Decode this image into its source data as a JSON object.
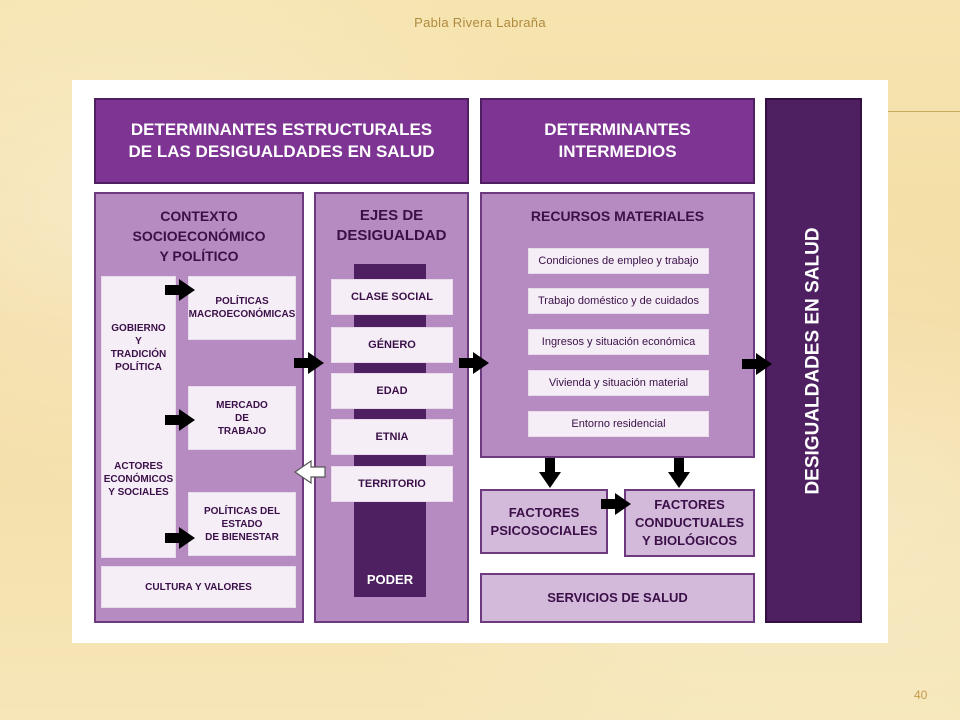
{
  "slide": {
    "author": "Pabla Rivera Labraña",
    "page_number": "40"
  },
  "diagram": {
    "header_structural": "DETERMINANTES ESTRUCTURALES\nDE LAS DESIGUALDADES EN SALUD",
    "header_intermediate": "DETERMINANTES\nINTERMEDIOS",
    "context": {
      "title": "CONTEXTO\nSOCIOECONÓMICO\nY POLÍTICO",
      "left_top": "GOBIERNO\nY\nTRADICIÓN\nPOLÍTICA",
      "left_bottom": "ACTORES\nECONÓMICOS\nY SOCIALES",
      "policies_macro": "POLÍTICAS\nMACROECONÓMICAS",
      "labour_market": "MERCADO\nDE\nTRABAJO",
      "welfare_policies": "POLÍTICAS DEL\nESTADO\nDE BIENESTAR",
      "culture": "CULTURA Y VALORES"
    },
    "axes": {
      "title": "EJES DE\nDESIGUALDAD",
      "items": [
        "CLASE SOCIAL",
        "GÉNERO",
        "EDAD",
        "ETNIA",
        "TERRITORIO"
      ],
      "power": "PODER"
    },
    "material": {
      "title": "RECURSOS MATERIALES",
      "items": [
        "Condiciones de empleo y trabajo",
        "Trabajo doméstico y de cuidados",
        "Ingresos y situación económica",
        "Vivienda y situación material",
        "Entorno residencial"
      ]
    },
    "psychosocial": "FACTORES\nPSICOSOCIALES",
    "behavioural": "FACTORES\nCONDUCTUALES\nY BIOLÓGICOS",
    "health_services": "SERVICIOS DE SALUD",
    "outcome": "DESIGUALDADES EN SALUD"
  },
  "colors": {
    "header_purple": "#7e3493",
    "panel_purple": "#b68bc2",
    "dark_purple": "#4e1f61",
    "light_box": "#f5eef7"
  }
}
